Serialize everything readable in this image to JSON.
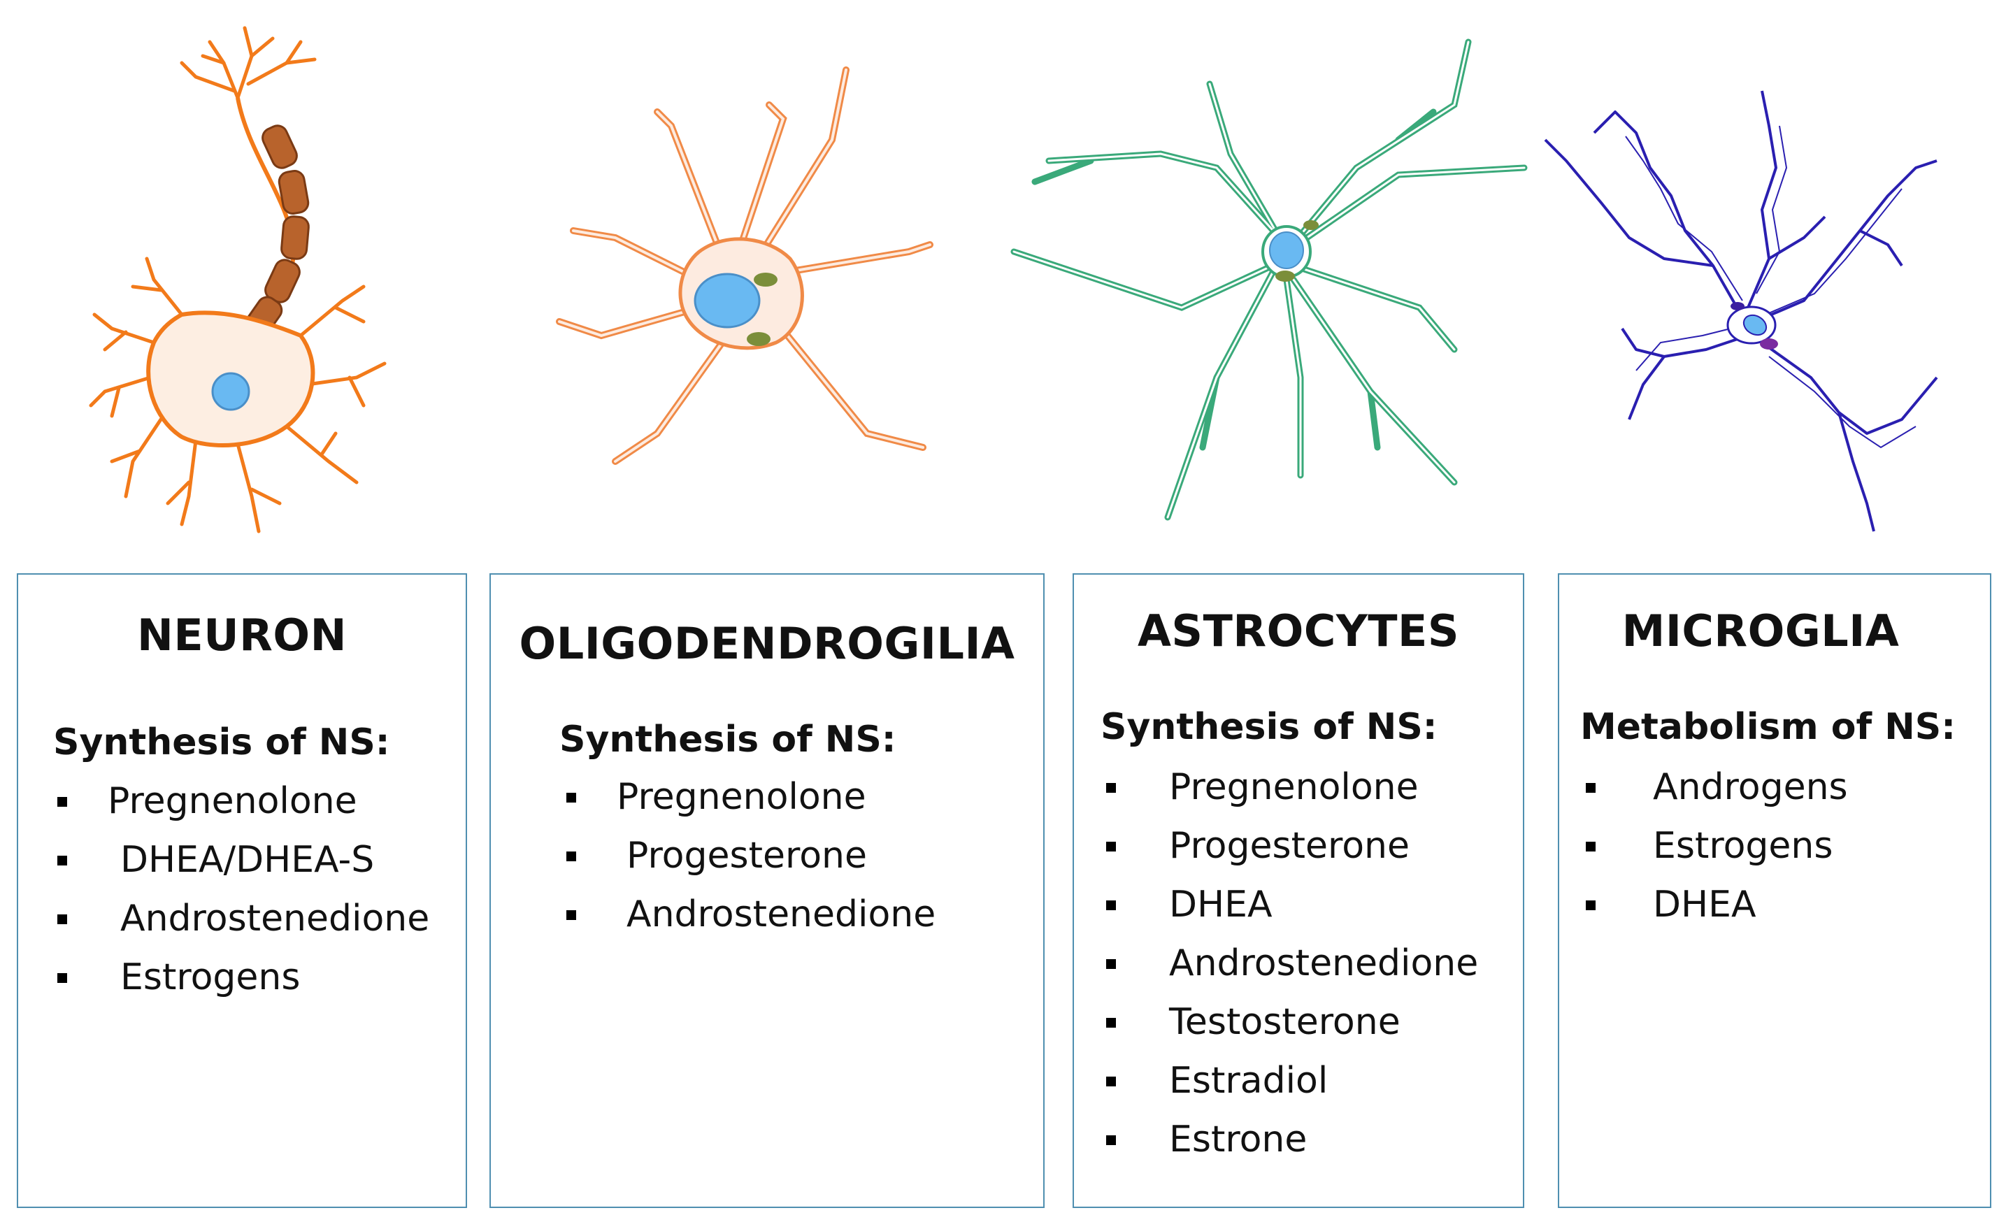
{
  "colors": {
    "panel_border": "#4f8fb0",
    "neuron": "#f27a1a",
    "neuron_fill": "#fdeee2",
    "myelin": "#b8632c",
    "oligodendroglia": "#f08a47",
    "oligodendroglia_fill": "#fdebe0",
    "astrocytes": "#3aa97a",
    "microglia": "#2a1fb0",
    "nucleus": "#69b9f2",
    "organelle_green": "#7b8e3a",
    "organelle_purple": "#7a2aa0"
  },
  "panels": [
    {
      "title": "NEURON",
      "heading": "Synthesis of NS:",
      "items": [
        "Pregnenolone",
        "DHEA/DHEA-S",
        "Androstenedione",
        "Estrogens"
      ]
    },
    {
      "title": "OLIGODENDROGILIA",
      "heading": "Synthesis of NS:",
      "items": [
        "Pregnenolone",
        "Progesterone",
        "Androstenedione"
      ]
    },
    {
      "title": "ASTROCYTES",
      "heading": "Synthesis of NS:",
      "items": [
        "Pregnenolone",
        "Progesterone",
        "DHEA",
        "Androstenedione",
        "Testosterone",
        "Estradiol",
        "Estrone"
      ]
    },
    {
      "title": "MICROGLIA",
      "heading": "Metabolism of NS:",
      "items": [
        "Androgens",
        "Estrogens",
        "DHEA"
      ]
    }
  ]
}
